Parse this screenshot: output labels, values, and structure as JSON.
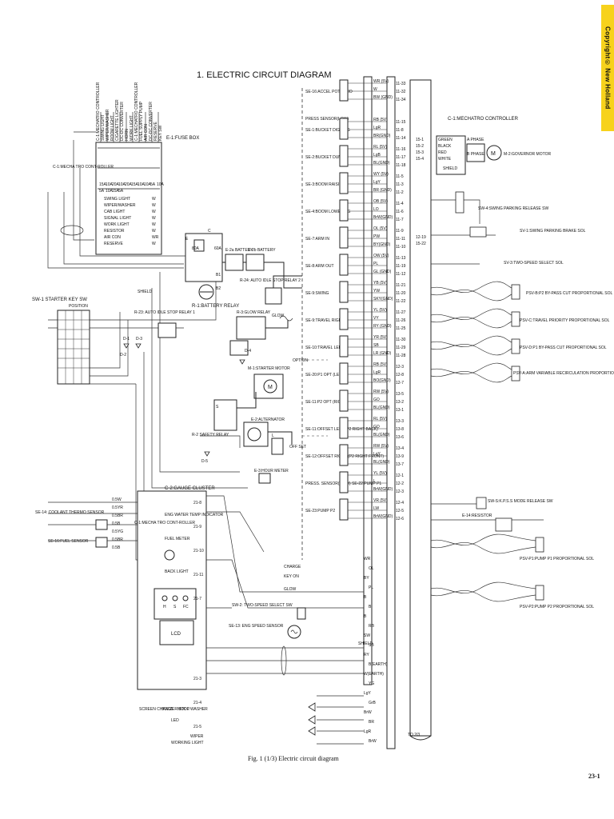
{
  "copyright": "Copyright© New Holland",
  "title": "1. ELECTRIC CIRCUIT DIAGRAM",
  "caption": "Fig. 1 (1/3)   Electric circuit diagram",
  "page_number": "23-1",
  "fuse_box": {
    "label": "E-1:FUSE BOX",
    "vertical_labels": [
      "C-1:MECHATRO CONTROLLER",
      "SWING LIGHT",
      "WIPER/WASHER",
      "ROOM LIGHT",
      "CIGARETTE LIGHTER",
      "DC-DC CONVERTER",
      "HORN",
      "WORK LIGHT",
      "C-1:MECHATRO CONTROLLER",
      "FUEL SUPPLY PUMP",
      "AIR CON",
      "DC-DC CONVERTER",
      "RESERVE",
      "KEY SW"
    ],
    "fuse_ratings": [
      "15A",
      "10A",
      "20A",
      "10A",
      "20A",
      "15A",
      "10A",
      "10A",
      "5A",
      "10A",
      "5A",
      "10A",
      "15A",
      "5A"
    ],
    "row_labels": [
      "SWING LIGHT",
      "WIPER/WASHER",
      "CAB LIGHT",
      "SIGNAL LIGHT",
      "WORK LIGHT",
      "RESISTOR",
      "AIR CON",
      "RESERVE"
    ],
    "wire_codes": [
      "W",
      "W",
      "W",
      "W",
      "W",
      "W",
      "WR",
      "W"
    ]
  },
  "left_components": {
    "mechatro_1": "C-1:MECHA TRO CONT-ROLLER",
    "starter_key": "SW-1 STARTER KEY SW",
    "position_label": "POSITION",
    "battery_relay": "R-1:BATTERY RELAY",
    "battery_1": "E-2a BATTERY",
    "battery_2": "E-2b BATTERY",
    "glow_relay": "R-3:GLOW RELAY",
    "glow": "GLOW",
    "starter_motor": "M-1:STARTER MOTOR",
    "safety_relay": "R-2 SAFETY RELAY",
    "alternator": "E-2:ALTERNATOR",
    "hour_meter": "E-3:HOUR METER",
    "shield": "SHIELD",
    "auto_idle_1": "R-23: AUTO IDLE STOP RELAY 1",
    "auto_idle_2": "R-24: AUTO IDLE STOP RELAY 2",
    "amp_80": "80A",
    "amp_60": "60A",
    "diodes": [
      "D-1",
      "D-2",
      "D-3",
      "D-4",
      "D-5"
    ],
    "relay_terminals": [
      "B1",
      "B2",
      "E",
      "C",
      "S",
      "L"
    ]
  },
  "gauge_cluster": {
    "label": "C-2:GAUGE CLUSTER",
    "coolant": "SE-14: COOLANT THERMO SENSOR",
    "fuel_sensor": "SE-16:FUEL SENSOR",
    "water_temp": "ENG WATER TEMP INDICATOR",
    "fuel_meter": "FUEL METER",
    "back_light": "BACK LIGHT",
    "mechatro": "C-1:MECHA TRO CONT-ROLLER",
    "buttons": [
      "H",
      "S",
      "FC"
    ],
    "lcd": "LCD",
    "switch_labels": [
      "SCREEN CHANGE",
      "BUZZER STOP",
      "MODE",
      "WASHER"
    ],
    "led": "LED",
    "working_light": "WORKING LIGHT",
    "wiper": "WIPER",
    "pins": [
      "21-8",
      "21-9",
      "21-10",
      "21-11",
      "21-7",
      "21-3",
      "21-4",
      "21-5"
    ],
    "wire_codes": [
      "0.5W",
      "0.5YR",
      "0.5BR",
      "0.5B",
      "0.5YG",
      "0.5BR",
      "0.5B"
    ]
  },
  "sensors": [
    {
      "label": "SE-16:ACCEL POTENTIO",
      "wires": [
        "WR (5V)",
        "W",
        "BW (GND)"
      ],
      "pins": [
        "11-33",
        "11-32",
        "11-34"
      ]
    },
    {
      "label": "PRESS SENSOR(LOW)",
      "wires": [],
      "pins": []
    },
    {
      "label": "SE-1:BUCKET DIGGING",
      "wires": [
        "RB (5V)",
        "LgR",
        "BR(GND)"
      ],
      "pins": [
        "11-15",
        "11-8",
        "11-14"
      ]
    },
    {
      "label": "SE-2:BUCKET DUMP",
      "wires": [
        "RL (5V)",
        "LgB",
        "BL(GND)"
      ],
      "pins": [
        "11-16",
        "11-17",
        "11-18"
      ]
    },
    {
      "label": "SE-3:BOOM RAISING",
      "wires": [
        "WY (5V)",
        "LgY",
        "BR (GND)"
      ],
      "pins": [
        "11-5",
        "11-3",
        "11-2"
      ]
    },
    {
      "label": "SE-4:BOOM LOWERING",
      "wires": [
        "OB (5V)",
        "LO",
        "BrW(GND)"
      ],
      "pins": [
        "11-4",
        "11-6",
        "11-7"
      ]
    },
    {
      "label": "SE-7:ARM IN",
      "wires": [
        "OL (5V)",
        "PW",
        "BY(GND)"
      ],
      "pins": [
        "11-9",
        "11-11",
        "11-10"
      ]
    },
    {
      "label": "SE-8:ARM OUT",
      "wires": [
        "OW (5V)",
        "PL",
        "GL (GND)"
      ],
      "pins": [
        "11-13",
        "11-19",
        "11-12"
      ]
    },
    {
      "label": "SE-9:SWING",
      "wires": [
        "YB (5V)",
        "YW",
        "SKY(GND)"
      ],
      "pins": [
        "11-21",
        "11-20",
        "11-22"
      ]
    },
    {
      "label": "SE-9:TRAVEL RIGHT",
      "wires": [
        "YL (5V)",
        "VY",
        "RY (GND)"
      ],
      "pins": [
        "11-27",
        "11-26",
        "11-25"
      ]
    },
    {
      "label": "SE-10:TRAVEL LEFT",
      "wires": [
        "YR (5V)",
        "SB",
        "LR (GND)"
      ],
      "pins": [
        "11-30",
        "11-29",
        "11-28"
      ]
    },
    {
      "label": "SE-20:P1 OPT (LEFT)",
      "wires": [
        "RB (5V)",
        "LgR",
        "BO(GND)"
      ],
      "pins": [
        "12-3",
        "12-8",
        "12-7"
      ]
    },
    {
      "label": "SE-11:P2 OPT (RIGHT)",
      "wires": [
        "RW (5V)",
        "GO",
        "BL(GND)"
      ],
      "pins": [
        "13-5",
        "13-2",
        "13-1"
      ]
    },
    {
      "label": "SE-11:OFFSET LEFT (P2 RIGHT BACK)",
      "wires": [
        "RL (5V)",
        "GO",
        "BL(GND)"
      ],
      "pins": [
        "13-3",
        "13-8",
        "13-6"
      ]
    },
    {
      "label": "SE-12:OFFSET RIGHT (P2 RIGHT FRONT)",
      "wires": [
        "RW (5V)",
        "LgY",
        "BL(GND)"
      ],
      "pins": [
        "13-4",
        "13-9",
        "13-7"
      ]
    },
    {
      "label": "PRESS. SENSOR(HIGH) SE-22:PUMP P1",
      "wires": [
        "YL (5V)",
        "L",
        "BrW(GND)"
      ],
      "pins": [
        "12-1",
        "12-2",
        "12-3"
      ]
    },
    {
      "label": "SE-23:PUMP P2",
      "wires": [
        "VR (5V)",
        "LW",
        "BrW(GND)"
      ],
      "pins": [
        "12-4",
        "12-5",
        "12-6"
      ]
    }
  ],
  "option_labels": [
    "OPTION",
    "OFF SET"
  ],
  "controller": {
    "label": "C-1:MECHATRO CONTROLLER",
    "governor": "M-2:GOVERNOR MOTOR",
    "phase_a": "A PHASE",
    "phase_b": "B PHASE",
    "colors": [
      "GREEN",
      "BLACK",
      "RED",
      "WHITE"
    ],
    "shield": "SHIELD",
    "pins": [
      "15-1",
      "15-2",
      "15-3",
      "15-4",
      "12-19",
      "15-22"
    ],
    "to": "TO 2/3"
  },
  "right_components": [
    {
      "label": "SW-4:SWING PARKING RELEASE SW"
    },
    {
      "label": "SV-1:SWING PARKING BRAKE SOL"
    },
    {
      "label": "SV-3:TWO-SPEED SELECT SOL"
    },
    {
      "label": "PSV-B:P2 BY-PASS CUT PROPORTIONAL SOL"
    },
    {
      "label": "PSV-C:TRAVEL PRIORITY PROPORTIONAL SOL"
    },
    {
      "label": "PSV-D:P1 BY-PASS CUT PROPORTIONAL SOL"
    },
    {
      "label": "PSV-A:ARM VARIABLE RECIRCULATION PROPORTIONAL SOL"
    },
    {
      "label": "SW-S:K.P.S.S MODE RELEASE SW"
    },
    {
      "label": "E-14:RESISTOR"
    },
    {
      "label": "PSV-P1:PUMP P1 PROPORTIONAL SOL"
    },
    {
      "label": "PSV-P2:PUMP P2 PROPORTIONAL SOL"
    }
  ],
  "bottom_signals": {
    "charge": "CHARGE",
    "key_on": "KEY ON",
    "glow": "GLOW",
    "two_speed": "SW-2: TWO-SPEED SELECT SW",
    "eng_speed": "SE-13: ENG SPEED SENSOR",
    "shield": "SHIELD",
    "wires": [
      "WR",
      "OL",
      "BY",
      "PL",
      "B",
      "B",
      "B",
      "RB",
      "SW",
      "SB",
      "RY",
      "B(EARTH)",
      "W(EARTH)",
      "YG",
      "LgY",
      "GrB",
      "BrW",
      "BR",
      "LgR",
      "BrW"
    ]
  },
  "colors": {
    "ink": "#111111",
    "band": "#f7d21c",
    "paper": "#ffffff"
  }
}
